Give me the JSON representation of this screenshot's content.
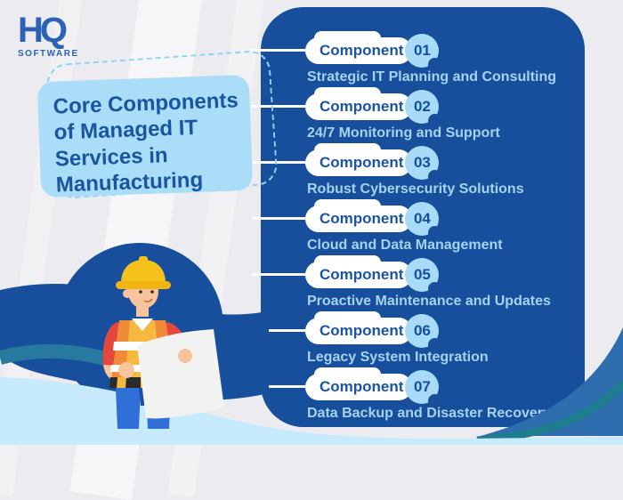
{
  "logo": {
    "text": "HQ",
    "subtext": "SOFTWARE"
  },
  "title": {
    "full": "Core Components of Managed IT Services in Manufacturing",
    "lines": [
      "Core Components",
      "of Managed IT",
      "Services in",
      "Manufacturing"
    ]
  },
  "panel": {
    "items": [
      {
        "label": "Component",
        "number": "01",
        "name": "Strategic IT Planning and Consulting"
      },
      {
        "label": "Component",
        "number": "02",
        "name": "24/7 Monitoring and Support"
      },
      {
        "label": "Component",
        "number": "03",
        "name": "Robust Cybersecurity Solutions"
      },
      {
        "label": "Component",
        "number": "04",
        "name": "Cloud and Data Management"
      },
      {
        "label": "Component",
        "number": "05",
        "name": "Proactive Maintenance and Updates"
      },
      {
        "label": "Component",
        "number": "06",
        "name": "Legacy System Integration"
      },
      {
        "label": "Component",
        "number": "07",
        "name": "Data Backup and Disaster Recovery"
      }
    ]
  },
  "icons": {
    "worker": "construction-worker-reading-blueprint-icon"
  },
  "colors": {
    "panel-blue": "#174f9c",
    "dark-text": "#1b55a2",
    "title-bg": "#aadef8",
    "caption-blue": "#a5d3f0",
    "circle-blue": "#a8dbf8",
    "light-wave": "#c7ebfc",
    "teal-left": "#27799f",
    "teal-right": "#1f7e8e",
    "mid-wave": "#2e6dae",
    "bg": "#ecebef",
    "dash": "#90d4f4"
  }
}
